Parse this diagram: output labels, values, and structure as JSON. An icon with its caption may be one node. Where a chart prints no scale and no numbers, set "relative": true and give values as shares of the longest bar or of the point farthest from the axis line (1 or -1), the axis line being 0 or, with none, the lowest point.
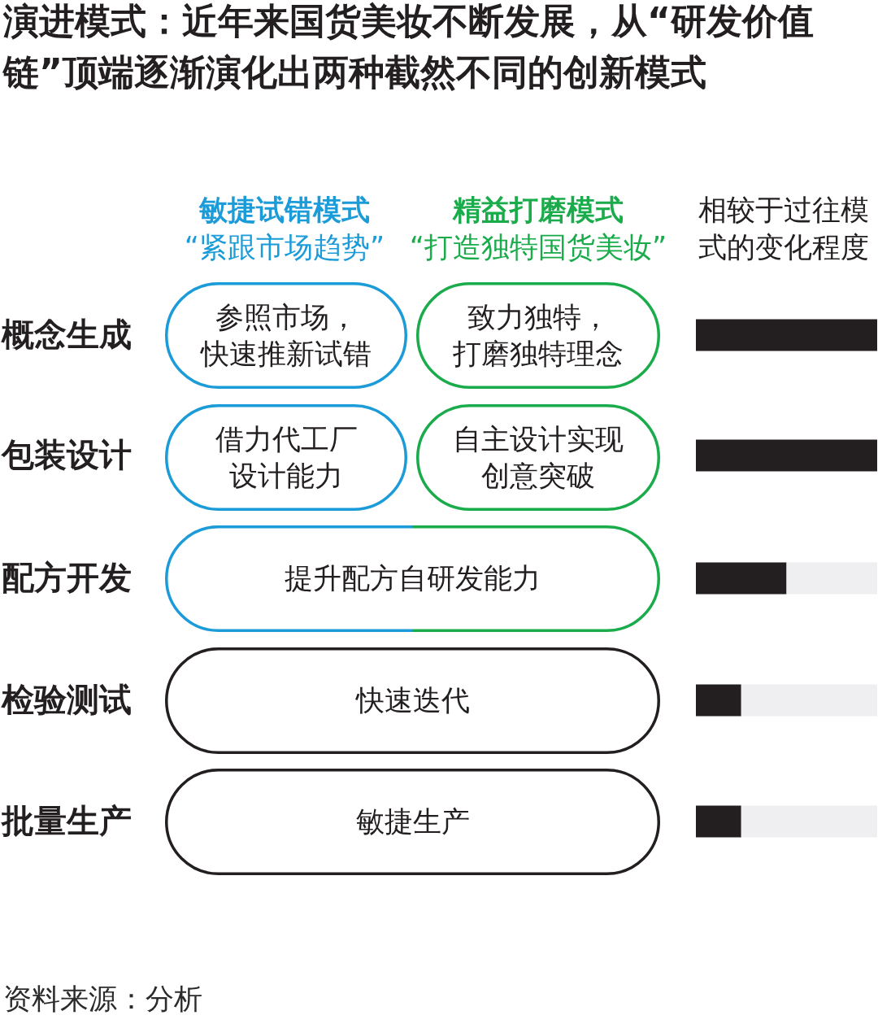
{
  "diagram": {
    "title": "演进模式：近年来国货美妆不断发展，从“研发价值链”顶端逐渐演化出两种截然不同的创新模式",
    "caption": "资料来源：分析",
    "nodes": [
      {
        "text": [
          "参照市场，快速推新试错"
        ]
      },
      {
        "text": [
          "致力独特，打磨独特理念"
        ]
      },
      {
        "text": [
          "借力代工厂设计能力"
        ]
      },
      {
        "text": [
          "自主设计实现创意突破"
        ]
      },
      {
        "text": [
          "提升配方自研发能力"
        ]
      },
      {
        "text": [
          "快速迭代"
        ]
      },
      {
        "text": [
          "敏捷生产"
        ]
      }
    ],
    "labels": [
      "敏捷试错模式",
      "“紧跟市场趋势”",
      "精益打磨模式",
      "“打造独特国货美妆”"
    ],
    "chart_data": {
      "type": "bar",
      "orientation": "horizontal",
      "title": "相较于过往模式的变化程度",
      "categories": [
        "概念生成",
        "包装设计",
        "配方开发",
        "检验测试",
        "批量生产"
      ],
      "series": [
        {
          "color": "#231f20",
          "values": [
            1,
            1,
            0.5,
            0.25,
            0.25
          ]
        },
        {
          "color": "#efeef1",
          "values": [
            0,
            0,
            0.5,
            0.75,
            0.75
          ]
        }
      ],
      "stacked": true,
      "relative": true
    }
  }
}
